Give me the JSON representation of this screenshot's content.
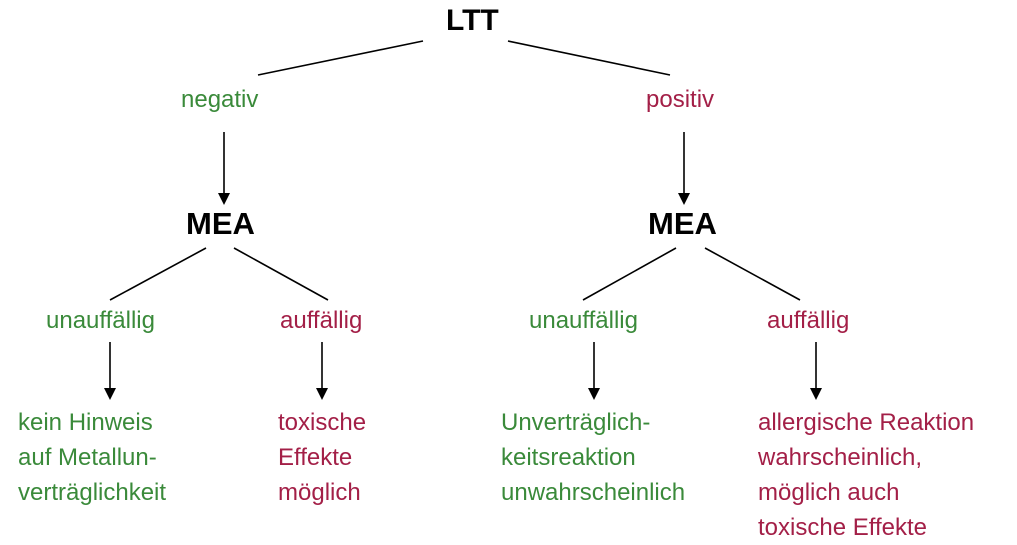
{
  "colors": {
    "positive_path": "#a31f47",
    "negative_path": "#3a8a3a",
    "lines": "#000000"
  },
  "root": {
    "label": "LTT"
  },
  "branches": {
    "negative": {
      "label": "negativ",
      "mea": "MEA",
      "unauffaellig": {
        "label": "unauffällig",
        "result": [
          "kein Hinweis",
          "auf Metallun-",
          "verträglichkeit"
        ]
      },
      "auffaellig": {
        "label": "auffällig",
        "result": [
          "toxische",
          "Effekte",
          "möglich"
        ]
      }
    },
    "positive": {
      "label": "positiv",
      "mea": "MEA",
      "unauffaellig": {
        "label": "unauffällig",
        "result": [
          "Unverträglich-",
          "keitsreaktion",
          "unwahrscheinlich"
        ]
      },
      "auffaellig": {
        "label": "auffällig",
        "result": [
          "allergische Reaktion",
          "wahrscheinlich,",
          "möglich auch",
          "toxische Effekte"
        ]
      }
    }
  }
}
